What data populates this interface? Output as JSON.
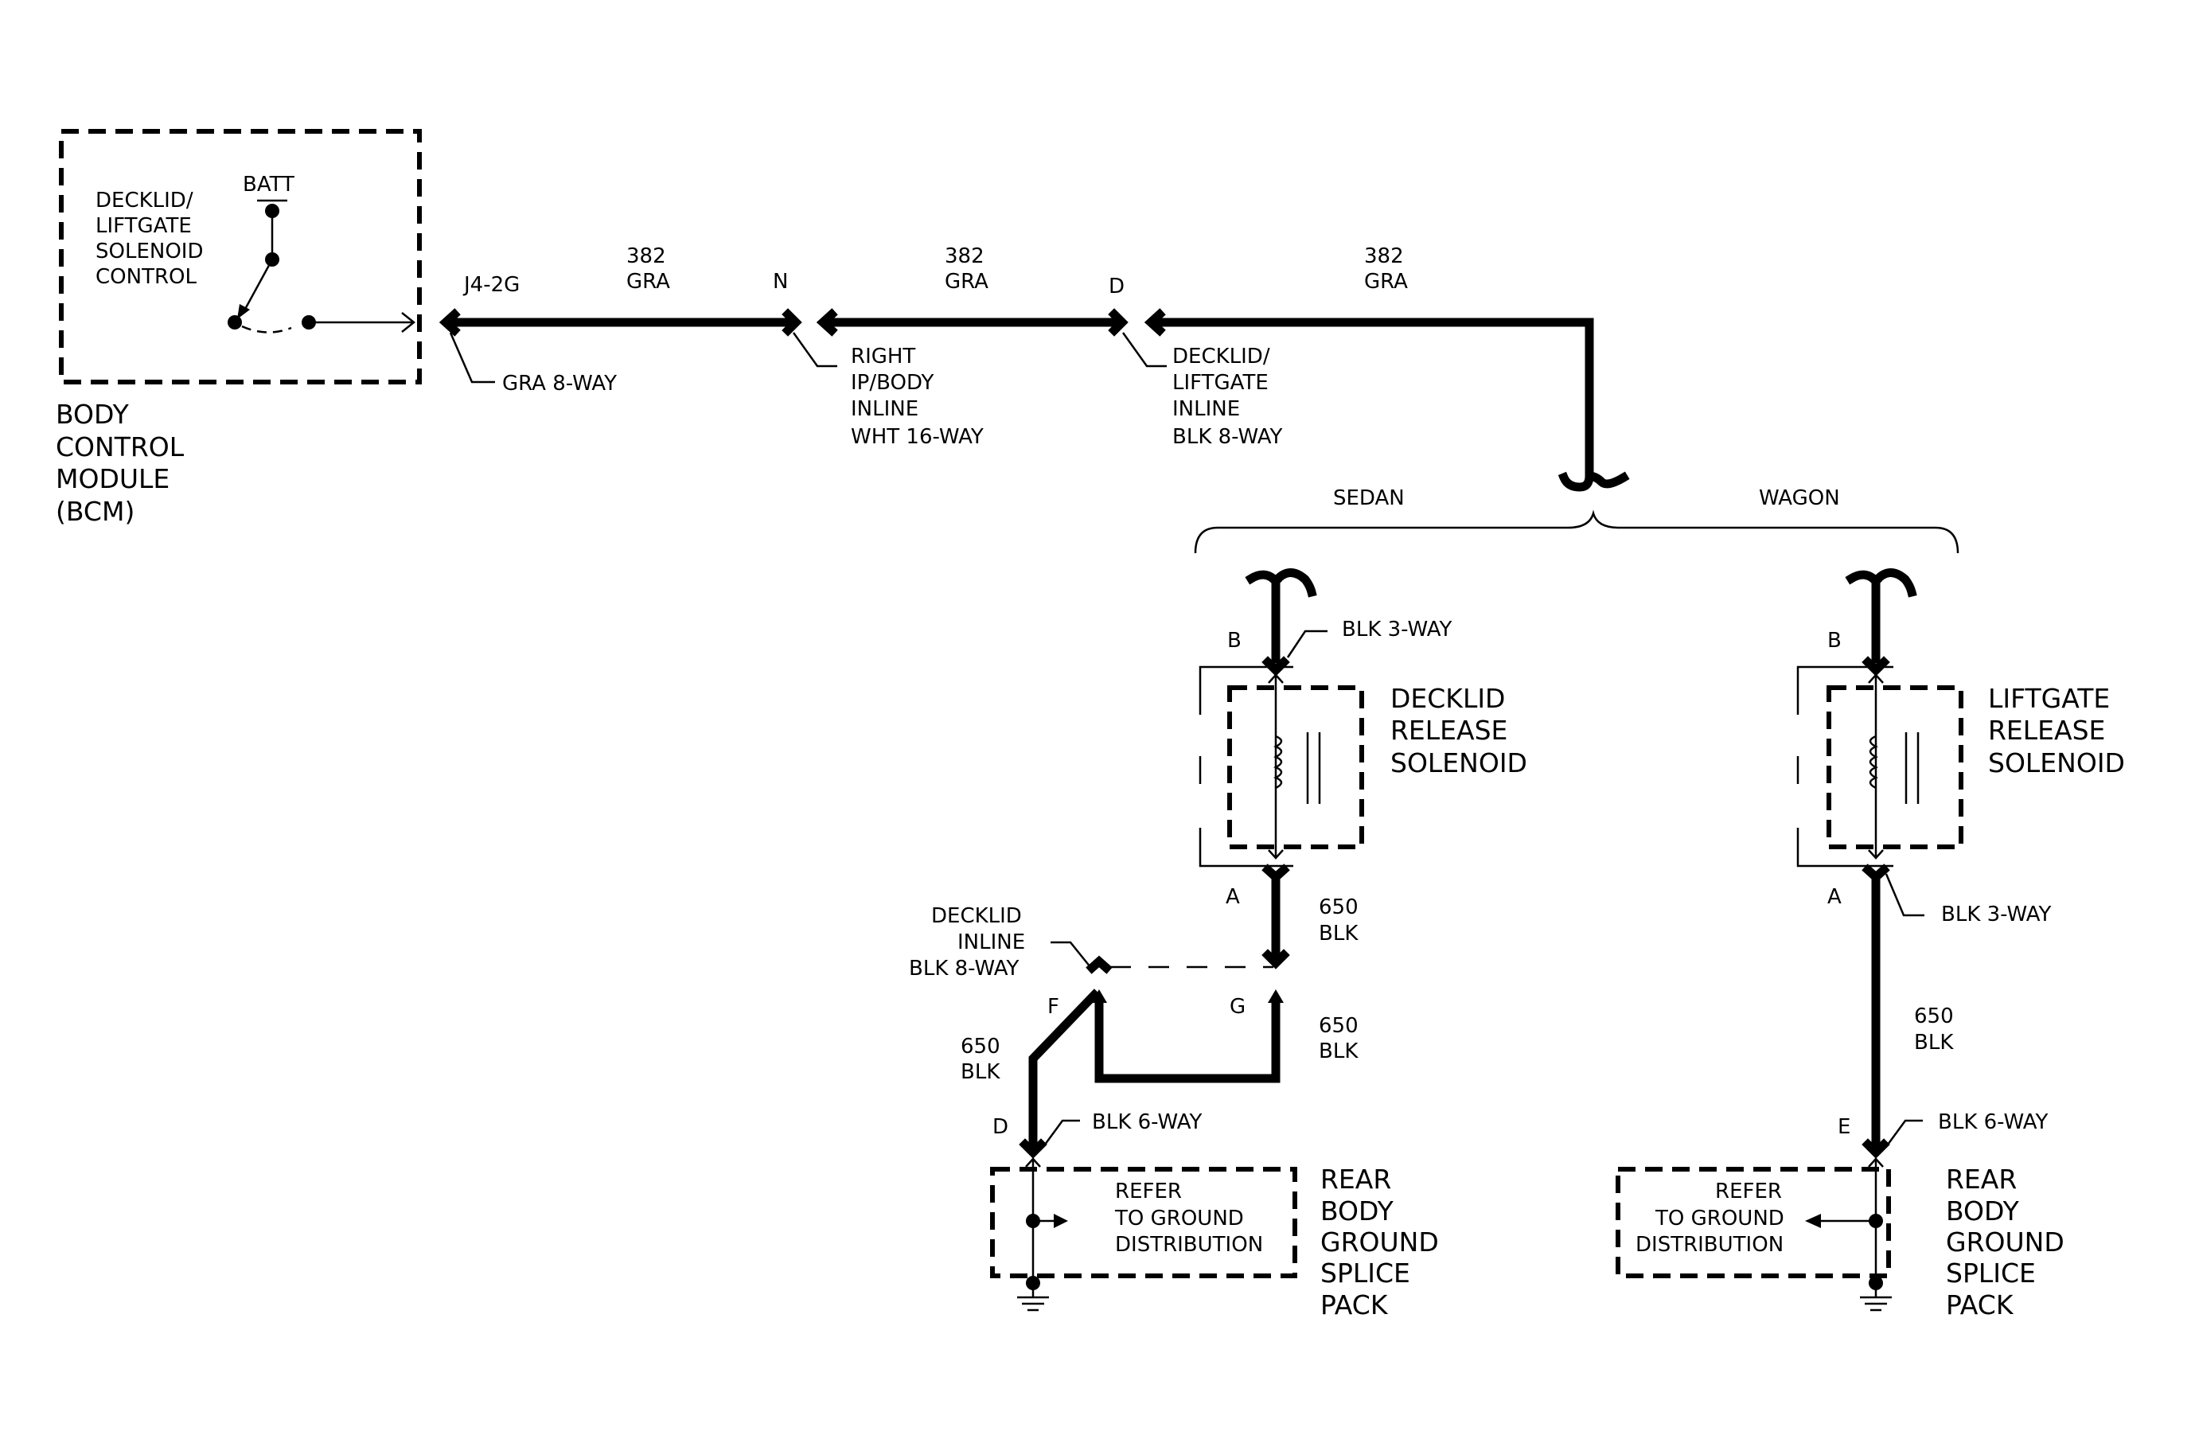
{
  "bcm": {
    "control_lines": [
      "DECKLID/",
      "LIFTGATE",
      "SOLENOID",
      "CONTROL"
    ],
    "batt": "BATT",
    "name_lines": [
      "BODY",
      "CONTROL",
      "MODULE",
      "(BCM)"
    ]
  },
  "connectors": {
    "j4_terminal": "J4-2G",
    "j4_desc": "GRA 8-WAY",
    "n_terminal": "N",
    "n_desc_lines": [
      "RIGHT",
      "IP/BODY",
      "INLINE",
      "WHT 16-WAY"
    ],
    "d_terminal": "D",
    "d_desc_lines": [
      "DECKLID/",
      "LIFTGATE",
      "INLINE",
      "BLK 8-WAY"
    ]
  },
  "wires_top": [
    {
      "circuit": "382",
      "color": "GRA"
    },
    {
      "circuit": "382",
      "color": "GRA"
    },
    {
      "circuit": "382",
      "color": "GRA"
    }
  ],
  "options": {
    "left": "SEDAN",
    "right": "WAGON"
  },
  "sedan": {
    "pin_b": "B",
    "b_conn": "BLK 3-WAY",
    "solenoid_lines": [
      "DECKLID",
      "RELEASE",
      "SOLENOID"
    ],
    "pin_a": "A",
    "wire_a": {
      "circuit": "650",
      "color": "BLK"
    },
    "inline_lines": [
      "DECKLID",
      "INLINE",
      "BLK 8-WAY"
    ],
    "pin_f": "F",
    "pin_g": "G",
    "wire_g": {
      "circuit": "650",
      "color": "BLK"
    },
    "wire_f": {
      "circuit": "650",
      "color": "BLK"
    },
    "pin_d": "D",
    "d_conn": "BLK 6-WAY",
    "refer_lines": [
      "REFER",
      "TO GROUND",
      "DISTRIBUTION"
    ],
    "splice_lines": [
      "REAR",
      "BODY",
      "GROUND",
      "SPLICE",
      "PACK"
    ]
  },
  "wagon": {
    "pin_b": "B",
    "solenoid_lines": [
      "LIFTGATE",
      "RELEASE",
      "SOLENOID"
    ],
    "pin_a": "A",
    "a_conn": "BLK 3-WAY",
    "wire_a": {
      "circuit": "650",
      "color": "BLK"
    },
    "pin_e": "E",
    "e_conn": "BLK 6-WAY",
    "refer_lines": [
      "REFER",
      "TO GROUND",
      "DISTRIBUTION"
    ],
    "splice_lines": [
      "REAR",
      "BODY",
      "GROUND",
      "SPLICE",
      "PACK"
    ]
  }
}
